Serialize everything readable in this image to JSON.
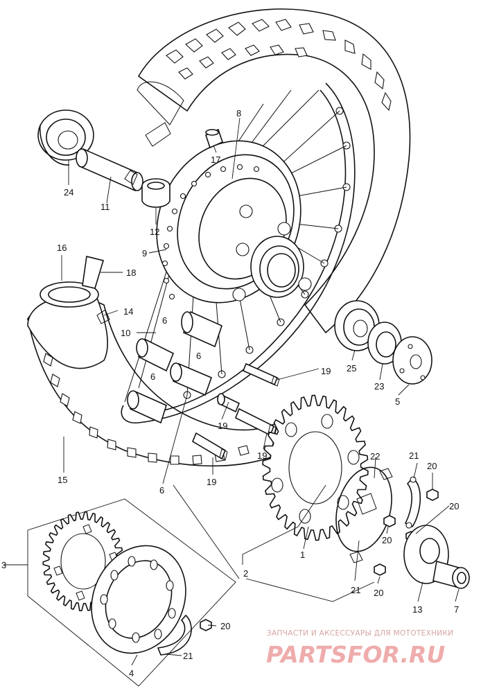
{
  "diagram": {
    "callouts": [
      {
        "id": "c1",
        "text": "1"
      },
      {
        "id": "c2",
        "text": "2"
      },
      {
        "id": "c3",
        "text": "3"
      },
      {
        "id": "c4",
        "text": "4"
      },
      {
        "id": "c5",
        "text": "5"
      },
      {
        "id": "c6a",
        "text": "6"
      },
      {
        "id": "c6b",
        "text": "6"
      },
      {
        "id": "c6c",
        "text": "6"
      },
      {
        "id": "c6d",
        "text": "6"
      },
      {
        "id": "c7",
        "text": "7"
      },
      {
        "id": "c8",
        "text": "8"
      },
      {
        "id": "c9",
        "text": "9"
      },
      {
        "id": "c10",
        "text": "10"
      },
      {
        "id": "c11",
        "text": "11"
      },
      {
        "id": "c12",
        "text": "12"
      },
      {
        "id": "c13",
        "text": "13"
      },
      {
        "id": "c14",
        "text": "14"
      },
      {
        "id": "c15",
        "text": "15"
      },
      {
        "id": "c16",
        "text": "16"
      },
      {
        "id": "c17",
        "text": "17"
      },
      {
        "id": "c18",
        "text": "18"
      },
      {
        "id": "c19a",
        "text": "19"
      },
      {
        "id": "c19b",
        "text": "19"
      },
      {
        "id": "c19c",
        "text": "19"
      },
      {
        "id": "c19d",
        "text": "19"
      },
      {
        "id": "c20a",
        "text": "20"
      },
      {
        "id": "c20b",
        "text": "20"
      },
      {
        "id": "c20c",
        "text": "20"
      },
      {
        "id": "c20d",
        "text": "20"
      },
      {
        "id": "c20e",
        "text": "20"
      },
      {
        "id": "c21a",
        "text": "21"
      },
      {
        "id": "c21b",
        "text": "21"
      },
      {
        "id": "c21c",
        "text": "21"
      },
      {
        "id": "c22",
        "text": "22"
      },
      {
        "id": "c23",
        "text": "23"
      },
      {
        "id": "c24",
        "text": "24"
      },
      {
        "id": "c25",
        "text": "25"
      }
    ]
  },
  "watermark": {
    "tagline": "ЗАПЧАСТИ И АКСЕССУАРЫ ДЛЯ МОТОТЕХНИКИ",
    "logo": "PARTSFOR.RU",
    "colors": {
      "tagline": "#d7a3a3",
      "logo": "#e26a6a"
    }
  }
}
